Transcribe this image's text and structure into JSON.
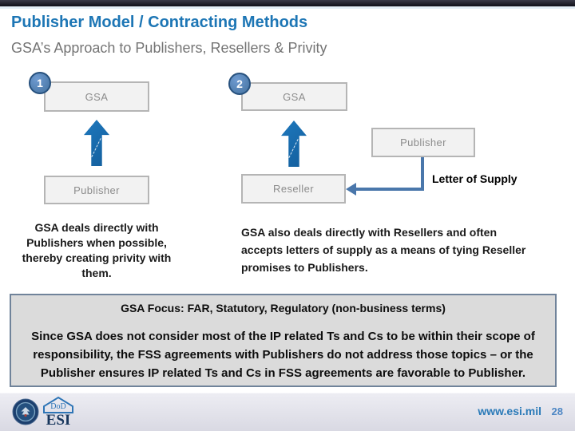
{
  "header": {
    "title": "Publisher Model / Contracting Methods",
    "subtitle": "GSA’s Approach to Publishers, Resellers & Privity"
  },
  "diagram_left": {
    "step_number": "1",
    "top_box_label": "GSA",
    "bottom_box_label": "Publisher",
    "caption": "GSA deals directly with Publishers when possible, thereby creating privity with them."
  },
  "diagram_right": {
    "step_number": "2",
    "top_box_label": "GSA",
    "bottom_box_label": "Reseller",
    "side_box_label": "Publisher",
    "connector_label": "Letter of Supply",
    "caption": "GSA also deals directly with Resellers and often accepts letters of supply as a means of tying Reseller promises to Publishers."
  },
  "focus_box": {
    "heading": "GSA Focus: FAR, Statutory, Regulatory (non-business terms)",
    "body": "Since GSA does not consider most of the IP related Ts and Cs to be within their scope of responsibility, the FSS agreements with Publishers do not address those topics – or the Publisher ensures IP related Ts and Cs in FSS agreements are favorable to Publisher."
  },
  "footer": {
    "esi_logo_top_text": "DoD",
    "esi_logo_main_text": "ESI",
    "website": "www.esi.mil",
    "page_number": "28"
  },
  "colors": {
    "title_blue": "#1d76b5",
    "subtitle_gray": "#757575",
    "arrow_blue": "#1a6db3",
    "connector_blue": "#4a77ab",
    "badge_fill": "#4f81bd",
    "badge_border": "#27517e",
    "node_box_fill": "#f2f2f2",
    "node_box_border": "#b5b5b5",
    "focus_box_fill": "#dbdbdb",
    "focus_box_border": "#70839a",
    "footer_band": "#e3e3ec",
    "top_bar": "#14141c",
    "website_blue": "#2a7ab8"
  }
}
